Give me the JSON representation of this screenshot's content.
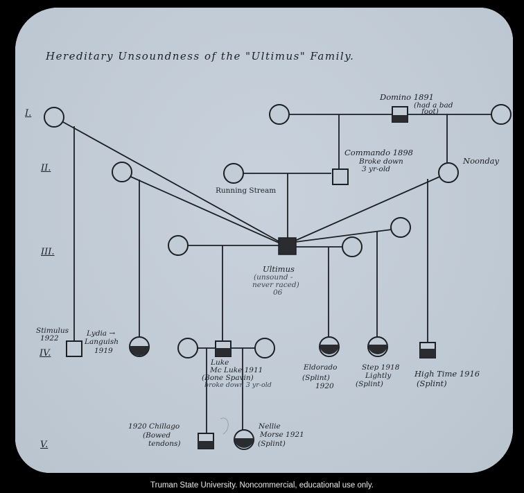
{
  "title": "Hereditary Unsoundness of the \"Ultimus\" Family.",
  "generations": [
    "I.",
    "II.",
    "III.",
    "IV.",
    "V."
  ],
  "individuals": {
    "domino": {
      "name": "Domino 1891",
      "note1": "(had a bad",
      "note2": "foot)"
    },
    "commando": {
      "name": "Commando 1898",
      "note1": "Broke down",
      "note2": "3 yr-old"
    },
    "noonday": {
      "name": "Noonday"
    },
    "running_stream": {
      "name": "Running Stream"
    },
    "ultimus": {
      "name": "Ultimus",
      "note1": "(unsound -",
      "note2": "never raced)",
      "note3": "06"
    },
    "stimulus": {
      "name": "Stimulus",
      "year": "1922"
    },
    "lydia": {
      "name": "Lydia →",
      "name2": "Languish",
      "year": "1919"
    },
    "luke": {
      "name": "Luke",
      "name2": "Mc Luke 1911",
      "note1": "(Bone Spavin)",
      "note2": "broke down 3 yr-old"
    },
    "eldorado": {
      "name": "Eldorado",
      "note1": "(Splint)",
      "year": "1920"
    },
    "step": {
      "name": "Step 1918",
      "name2": "Lightly",
      "note1": "(Splint)"
    },
    "high_time": {
      "name": "High Time 1916",
      "note1": "(Splint)"
    },
    "chillago": {
      "name": "1920 Chillago",
      "note1": "(Bowed",
      "note2": "tendons)"
    },
    "nellie": {
      "name": "Nellie",
      "name2": "Morse 1921",
      "note1": "(Splint)"
    }
  },
  "legend_colors": {
    "ink": "#1c1f24",
    "fill": "#2a2c30",
    "paper": "#c2ccd6"
  },
  "caption": "Truman State University.  Noncommercial, educational use only."
}
